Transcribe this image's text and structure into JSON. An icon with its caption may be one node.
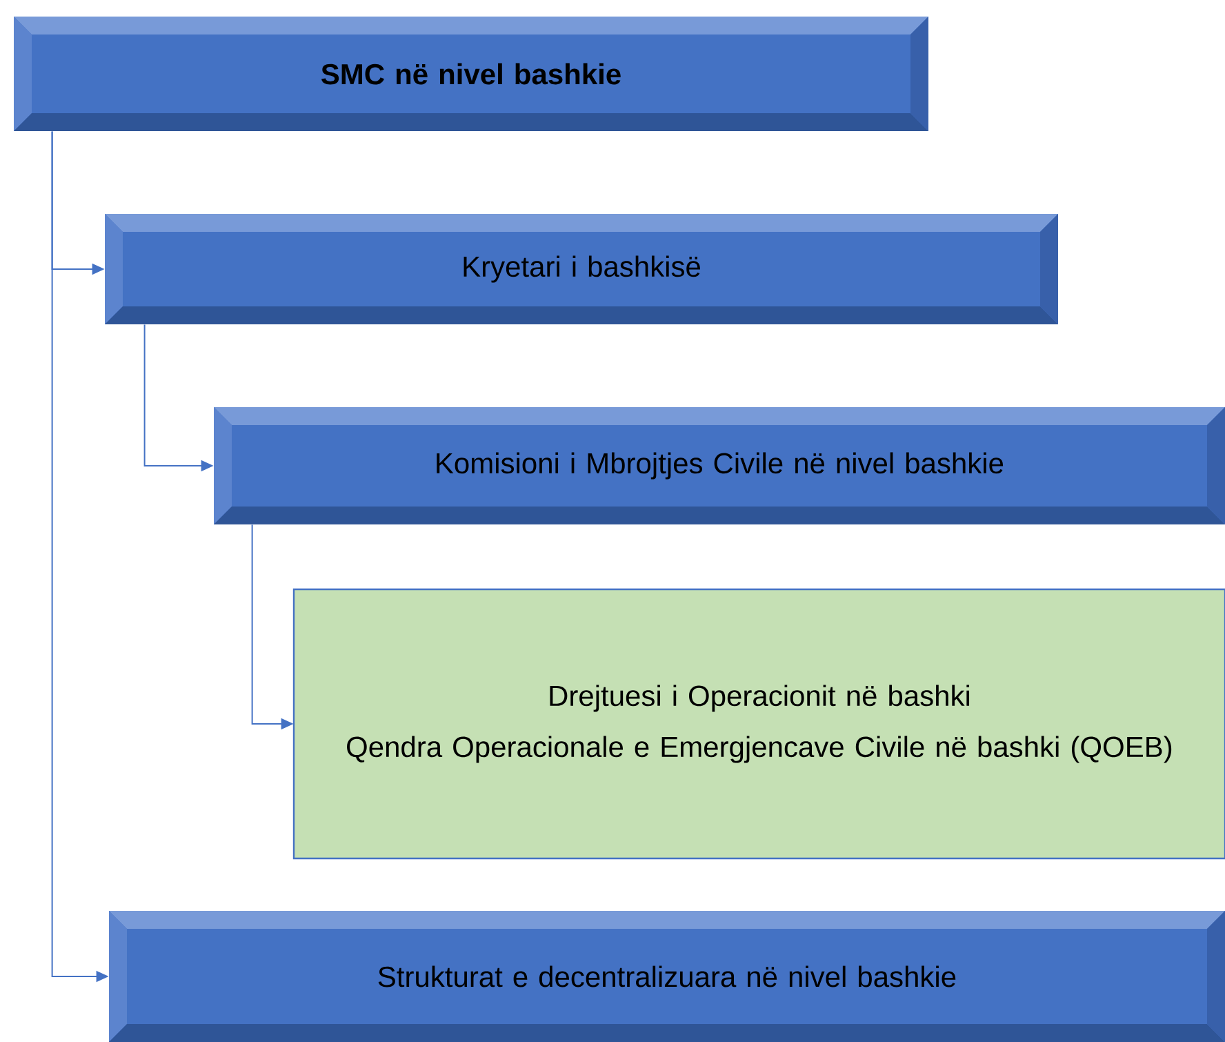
{
  "diagram": {
    "nodes": [
      {
        "text": [
          "**SMC në nivel bashkie**"
        ]
      },
      {
        "text": [
          "Kryetari i bashkisë"
        ]
      },
      {
        "text": [
          "Komisioni i Mbrojtjes Civile në nivel bashkie"
        ]
      },
      {
        "text": [
          "Drejtuesi i Operacionit në bashki",
          "Qendra Operacionale e Emergjencave Civile në bashki (QOEB)"
        ]
      },
      {
        "text": [
          "Strukturat e decentralizuara në nivel bashkie"
        ]
      }
    ],
    "edges": [
      {
        "from": 0,
        "to": 1,
        "arrow": "to"
      },
      {
        "from": 1,
        "to": 2,
        "arrow": "to"
      },
      {
        "from": 2,
        "to": 3,
        "arrow": "to"
      },
      {
        "from": 0,
        "to": 4,
        "arrow": "to"
      }
    ]
  }
}
